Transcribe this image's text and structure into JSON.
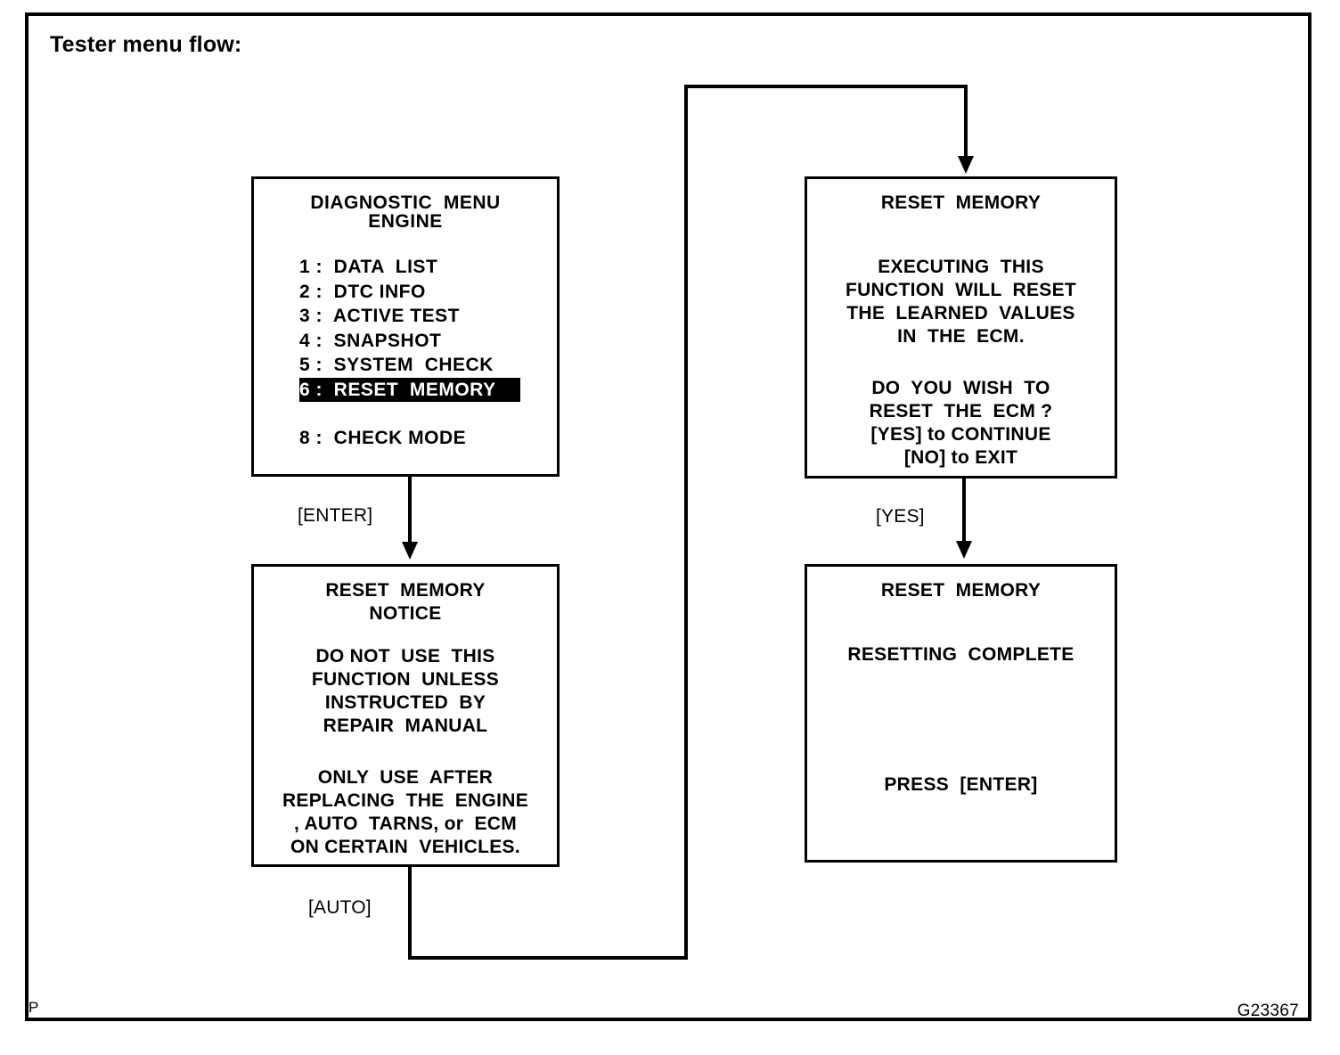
{
  "page": {
    "title": "Tester menu flow:",
    "figure_code": "G23367",
    "corner_mark": "P"
  },
  "screens": {
    "diagnostic_menu": {
      "header_line1": "DIAGNOSTIC  MENU",
      "header_line2": "ENGINE",
      "items": [
        {
          "number": "1",
          "label": "1 :  DATA  LIST",
          "selected": false
        },
        {
          "number": "2",
          "label": "2 :  DTC INFO",
          "selected": false
        },
        {
          "number": "3",
          "label": "3 :  ACTIVE TEST",
          "selected": false
        },
        {
          "number": "4",
          "label": "4 :  SNAPSHOT",
          "selected": false
        },
        {
          "number": "5",
          "label": "5 :  SYSTEM  CHECK",
          "selected": false
        },
        {
          "number": "6",
          "label": "6 :  RESET  MEMORY",
          "selected": true
        },
        {
          "number": "8",
          "label": "8 :  CHECK MODE",
          "selected": false
        }
      ]
    },
    "reset_memory_notice": {
      "title_line1": "RESET  MEMORY",
      "title_line2": "NOTICE",
      "body": [
        "DO NOT  USE  THIS",
        "FUNCTION  UNLESS",
        "INSTRUCTED  BY",
        "REPAIR  MANUAL"
      ],
      "body2": [
        "ONLY  USE  AFTER",
        "REPLACING  THE  ENGINE",
        ", AUTO  TARNS, or  ECM",
        "ON CERTAIN  VEHICLES."
      ]
    },
    "reset_memory_confirm": {
      "title": "RESET  MEMORY",
      "body": [
        "EXECUTING  THIS",
        "FUNCTION  WILL  RESET",
        "THE  LEARNED  VALUES",
        "IN  THE  ECM."
      ],
      "body2": [
        "DO  YOU  WISH  TO",
        "RESET  THE  ECM ?",
        "[YES] to CONTINUE",
        "[NO] to EXIT"
      ]
    },
    "reset_memory_complete": {
      "title": "RESET  MEMORY",
      "status": "RESETTING  COMPLETE",
      "prompt": "PRESS  [ENTER]"
    }
  },
  "edges": {
    "enter": "[ENTER]",
    "auto": "[AUTO]",
    "yes": "[YES]"
  },
  "colors": {
    "ink": "#000000",
    "paper": "#ffffff",
    "highlight_bg": "#000000",
    "highlight_fg": "#ffffff"
  }
}
